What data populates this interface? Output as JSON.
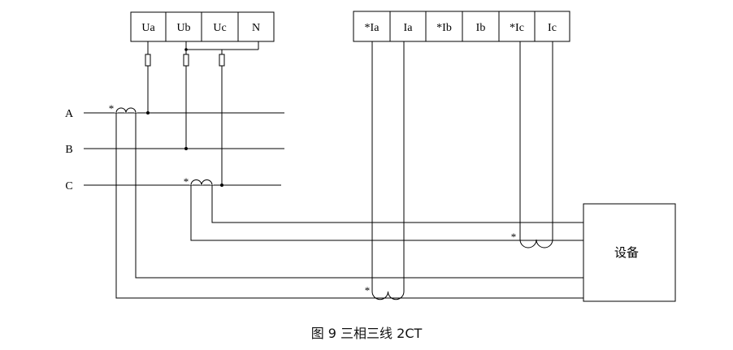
{
  "voltage_terminals": [
    "Ua",
    "Ub",
    "Uc",
    "N"
  ],
  "current_terminals": [
    "*Ia",
    "Ia",
    "*Ib",
    "Ib",
    "*Ic",
    "Ic"
  ],
  "phases": [
    "A",
    "B",
    "C"
  ],
  "polarity_mark": "*",
  "device_label": "设备",
  "caption": "图 9 三相三线 2CT"
}
